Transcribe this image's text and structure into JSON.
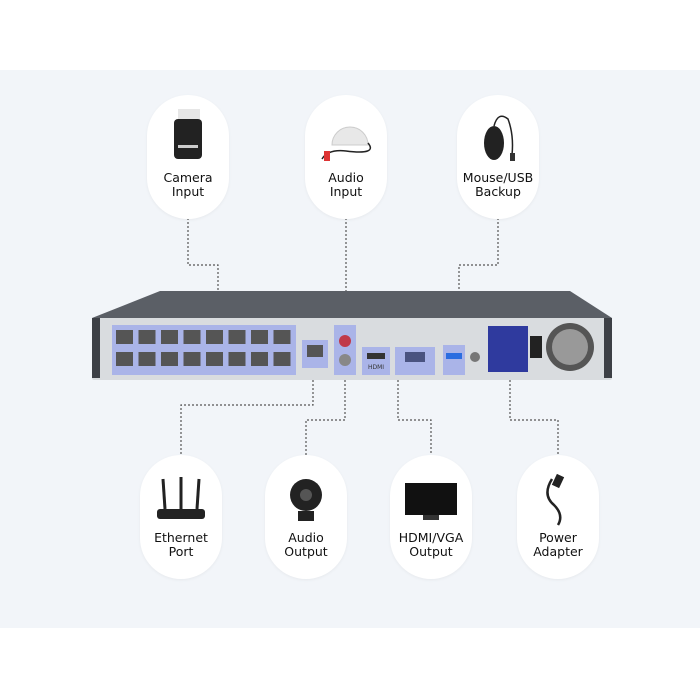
{
  "inputs": [
    {
      "line1": "Camera",
      "line2": "Input",
      "icon": "bullet-camera-icon"
    },
    {
      "line1": "Audio",
      "line2": "Input",
      "icon": "microphone-icon"
    },
    {
      "line1": "Mouse/USB",
      "line2": "Backup",
      "icon": "mouse-icon"
    }
  ],
  "outputs": [
    {
      "line1": "Ethernet",
      "line2": "Port",
      "icon": "router-icon"
    },
    {
      "line1": "Audio",
      "line2": "Output",
      "icon": "speaker-icon"
    },
    {
      "line1": "HDMI/VGA",
      "line2": "Output",
      "icon": "monitor-icon"
    },
    {
      "line1": "Power",
      "line2": "Adapter",
      "icon": "power-cable-icon"
    }
  ],
  "device": {
    "hdmi_label": "HDMI"
  },
  "colors": {
    "highlight": "#aab4e8",
    "line": "#555555"
  }
}
